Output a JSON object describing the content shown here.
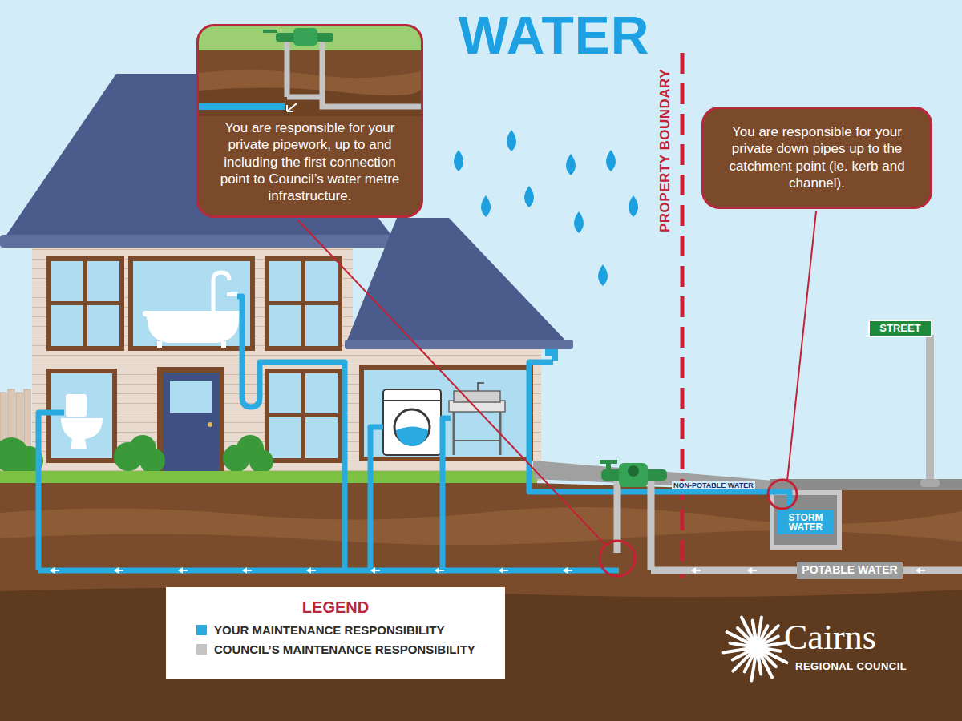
{
  "diagram": {
    "title": "WATER",
    "nodes": [
      {
        "text": [
          "You are responsible for your private pipework, up to and including the first connection point to Council’s water metre infrastructure."
        ]
      },
      {
        "text": [
          "You are responsible for your private down pipes up to the catchment point (ie. kerb and channel)."
        ]
      },
      {
        "text": [
          "STREET"
        ]
      },
      {
        "text": [
          "STORM WATER"
        ]
      },
      {
        "text": [
          "POTABLE WATER"
        ]
      }
    ],
    "labels": [
      "PROPERTY BOUNDARY",
      "NON-POTABLE WATER",
      "LEGEND",
      "Cairns",
      "REGIONAL COUNCIL"
    ],
    "legend": [
      {
        "text": "YOUR MAINTENANCE RESPONSIBILITY",
        "color": "#29abe2"
      },
      {
        "text": "COUNCIL’S MAINTENANCE RESPONSIBILITY",
        "color": "#c4c4c4"
      }
    ]
  }
}
